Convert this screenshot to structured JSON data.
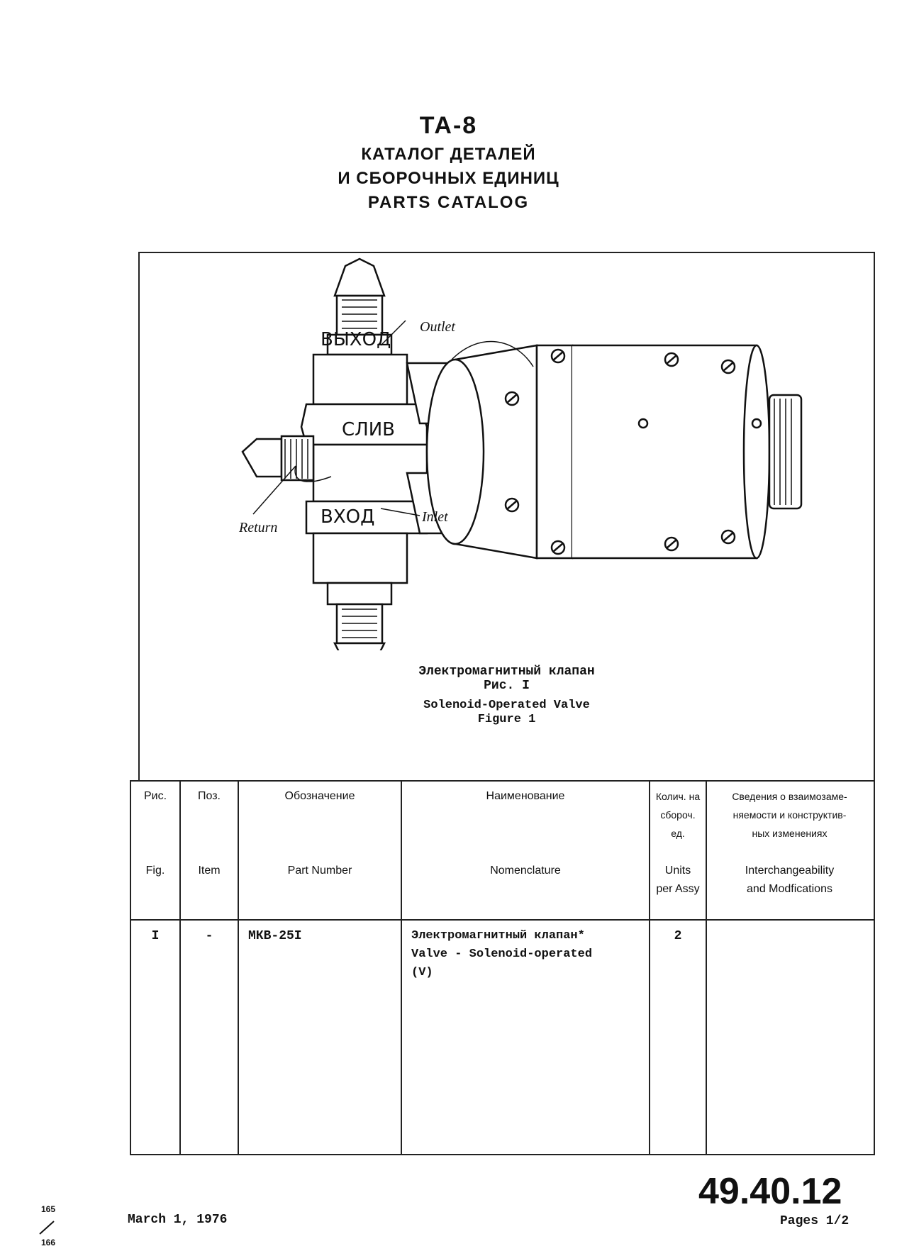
{
  "header": {
    "title": "ТА-8",
    "subtitle_ru_1": "КАТАЛОГ ДЕТАЛЕЙ",
    "subtitle_ru_2": "И СБОРОЧНЫХ ЕДИНИЦ",
    "subtitle_en": "PARTS CATALOG"
  },
  "figure": {
    "labels": {
      "outlet_ru": "ВЫХОД",
      "return_ru": "СЛИВ",
      "inlet_ru": "ВХОД",
      "outlet_en": "Outlet",
      "return_en": "Return",
      "inlet_en": "Inlet"
    },
    "caption_ru": "Электромагнитный клапан",
    "fig_ru": "Рис. I",
    "caption_en": "Solenoid-Operated Valve",
    "fig_en": "Figure 1"
  },
  "table": {
    "headers": {
      "fig_ru": "Рис.",
      "fig_en": "Fig.",
      "item_ru": "Поз.",
      "item_en": "Item",
      "part_ru": "Обозначение",
      "part_en": "Part Number",
      "name_ru": "Наименование",
      "name_en": "Nomenclature",
      "units_ru_1": "Колич. на",
      "units_ru_2": "сбороч.",
      "units_ru_3": "ед.",
      "units_en_1": "Units",
      "units_en_2": "per Assy",
      "inter_ru_1": "Сведения о взаимозаме-",
      "inter_ru_2": "няемости и конструктив-",
      "inter_ru_3": "ных изменениях",
      "inter_en_1": "Interchangeability",
      "inter_en_2": "and Modfications"
    },
    "rows": [
      {
        "fig": "I",
        "item": "-",
        "part": "МКВ-25I",
        "name_ru": "Электромагнитный клапан*",
        "name_en": "Valve - Solenoid-operated",
        "name_note": "(V)",
        "units": "2",
        "inter": ""
      }
    ]
  },
  "footer": {
    "date": "March 1, 1976",
    "doc_number": "49.40.12",
    "pages": "Pages 1/2",
    "page_top": "165",
    "page_bottom": "166"
  }
}
